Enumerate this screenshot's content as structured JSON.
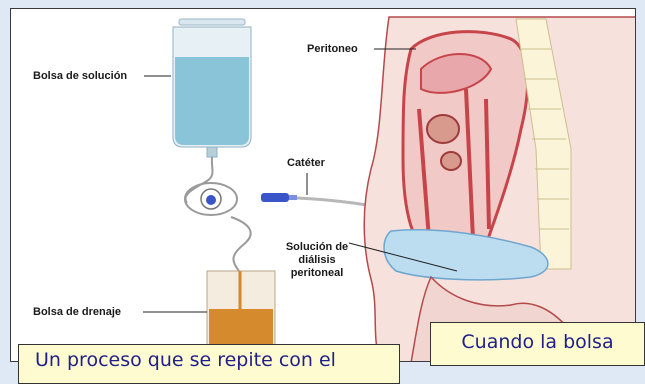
{
  "labels": {
    "solution_bag": "Bolsa de solución",
    "catheter": "Catéter",
    "drain_bag": "Bolsa de drenaje",
    "peritoneum": "Peritoneo",
    "dialysis_solution_line1": "Solución de",
    "dialysis_solution_line2": "diálisis",
    "dialysis_solution_line3": "peritoneal"
  },
  "captions": {
    "left": "Un proceso que se repite con el",
    "right": "Cuando la bolsa"
  },
  "colors": {
    "solution_fluid": "#7fbfd6",
    "drain_fluid": "#d68a2e",
    "tissue": "#c7454a",
    "tissue_light": "#f1c9c7",
    "catheter": "#3a55c9",
    "caption_bg": "#fffbd0",
    "caption_text": "#1f1f8a"
  }
}
